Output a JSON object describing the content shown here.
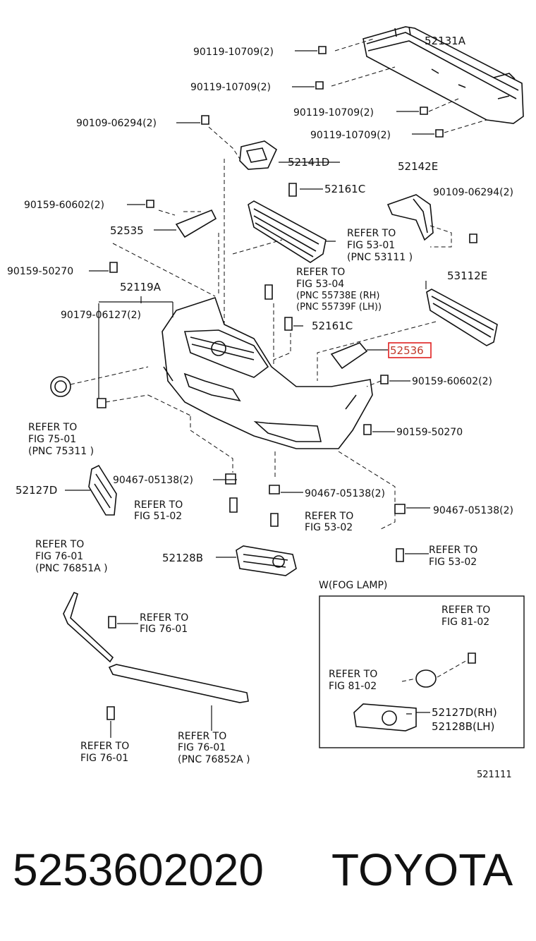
{
  "labels": {
    "p52131A": "52131A",
    "b1": "90119-10709(2)",
    "b2": "90119-10709(2)",
    "b3": "90119-10709(2)",
    "b4": "90119-10709(2)",
    "c1": "90109-06294(2)",
    "p52141D": "52141D",
    "p52142E": "52142E",
    "c2": "90109-06294(2)",
    "p52161C_a": "52161C",
    "s1": "90159-60602(2)",
    "p52535": "52535",
    "ref_53_01_a": "REFER TO",
    "ref_53_01_b": "FIG 53-01",
    "ref_53_01_c": "(PNC 53111 )",
    "s2": "90159-50270",
    "p52119A": "52119A",
    "ref_53_04_a": "REFER TO",
    "ref_53_04_b": "FIG 53-04",
    "ref_53_04_c": "(PNC 55738E (RH)",
    "ref_53_04_d": "(PNC 55739F (LH))",
    "p53112E": "53112E",
    "r1": "90179-06127(2)",
    "p52161C_b": "52161C",
    "p52536": "52536",
    "s3": "90159-60602(2)",
    "ref_75_01_a": "REFER TO",
    "ref_75_01_b": "FIG 75-01",
    "ref_75_01_c": "(PNC 75311 )",
    "s4": "90159-50270",
    "p52127D": "52127D",
    "k1": "90467-05138(2)",
    "ref_51_02_a": "REFER TO",
    "ref_51_02_b": "FIG 51-02",
    "k2": "90467-05138(2)",
    "k3": "90467-05138(2)",
    "ref_53_02a_a": "REFER TO",
    "ref_53_02a_b": "FIG 53-02",
    "ref_76_01a_a": "REFER TO",
    "ref_76_01a_b": "FIG 76-01",
    "ref_76_01a_c": "(PNC 76851A )",
    "p52128B": "52128B",
    "ref_53_02b_a": "REFER TO",
    "ref_53_02b_b": "FIG 53-02",
    "fog_title": "W(FOG LAMP)",
    "ref_76_01b_a": "REFER TO",
    "ref_76_01b_b": "FIG 76-01",
    "ref_81_02a_a": "REFER TO",
    "ref_81_02a_b": "FIG 81-02",
    "ref_81_02b_a": "REFER TO",
    "ref_81_02b_b": "FIG 81-02",
    "fog_rh": "52127D(RH)",
    "fog_lh": "52128B(LH)",
    "ref_76_01c_a": "REFER TO",
    "ref_76_01c_b": "FIG 76-01",
    "ref_76_01d_a": "REFER TO",
    "ref_76_01d_b": "FIG 76-01",
    "ref_76_01d_c": "(PNC 76852A )",
    "diagram_code": "521111"
  },
  "footer": {
    "part_number": "5253602020",
    "brand": "TOYOTA"
  },
  "highlight": {
    "part": "52536",
    "color": "#e02020"
  }
}
